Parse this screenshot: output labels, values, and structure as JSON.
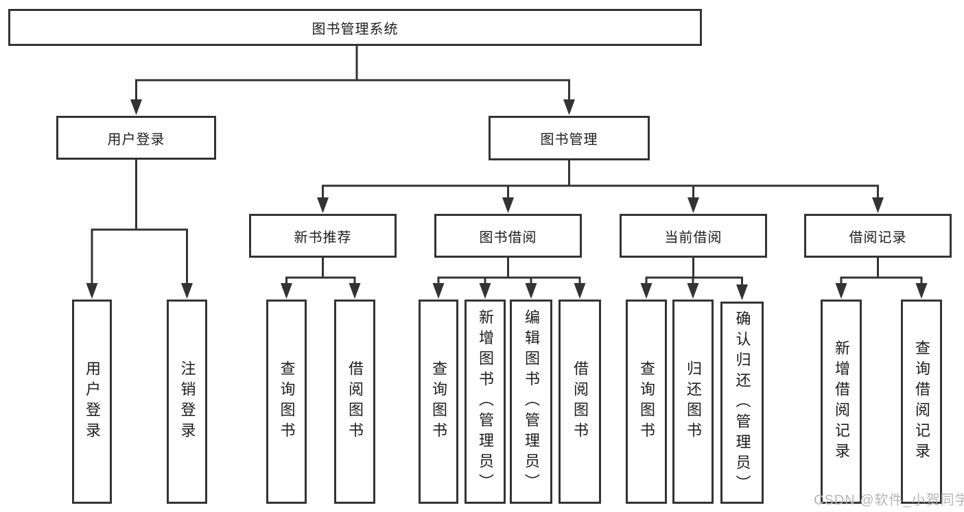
{
  "diagram": {
    "title_node": {
      "label": "图书管理系统"
    },
    "level1": [
      {
        "label": "用户登录",
        "parent": "图书管理系统"
      },
      {
        "label": "图书管理",
        "parent": "图书管理系统"
      }
    ],
    "level2": [
      {
        "label": "新书推荐",
        "parent": "图书管理"
      },
      {
        "label": "图书借阅",
        "parent": "图书管理"
      },
      {
        "label": "当前借阅",
        "parent": "图书管理"
      },
      {
        "label": "借阅记录",
        "parent": "图书管理"
      }
    ],
    "leaves": [
      {
        "label": "用户登录",
        "parent": "用户登录"
      },
      {
        "label": "注销登录",
        "parent": "用户登录"
      },
      {
        "label": "查询图书",
        "parent": "新书推荐"
      },
      {
        "label": "借阅图书",
        "parent": "新书推荐"
      },
      {
        "label": "查询图书",
        "parent": "图书借阅"
      },
      {
        "label": "新增图书（管理员）",
        "parent": "图书借阅"
      },
      {
        "label": "编辑图书（管理员）",
        "parent": "图书借阅"
      },
      {
        "label": "借阅图书",
        "parent": "图书借阅"
      },
      {
        "label": "查询图书",
        "parent": "当前借阅"
      },
      {
        "label": "归还图书",
        "parent": "当前借阅"
      },
      {
        "label": "确认归还（管理员）",
        "parent": "当前借阅"
      },
      {
        "label": "新增借阅记录",
        "parent": "借阅记录"
      },
      {
        "label": "查询借阅记录",
        "parent": "借阅记录"
      }
    ],
    "colors": {
      "line": "#333333",
      "node_border": "#333333",
      "node_fill": "#ffffff",
      "text": "#1d1d1d",
      "watermark": "#b6b6b6",
      "background": "#ffffff"
    }
  },
  "watermark": {
    "text": "CSDN @软件_小贺同学"
  }
}
